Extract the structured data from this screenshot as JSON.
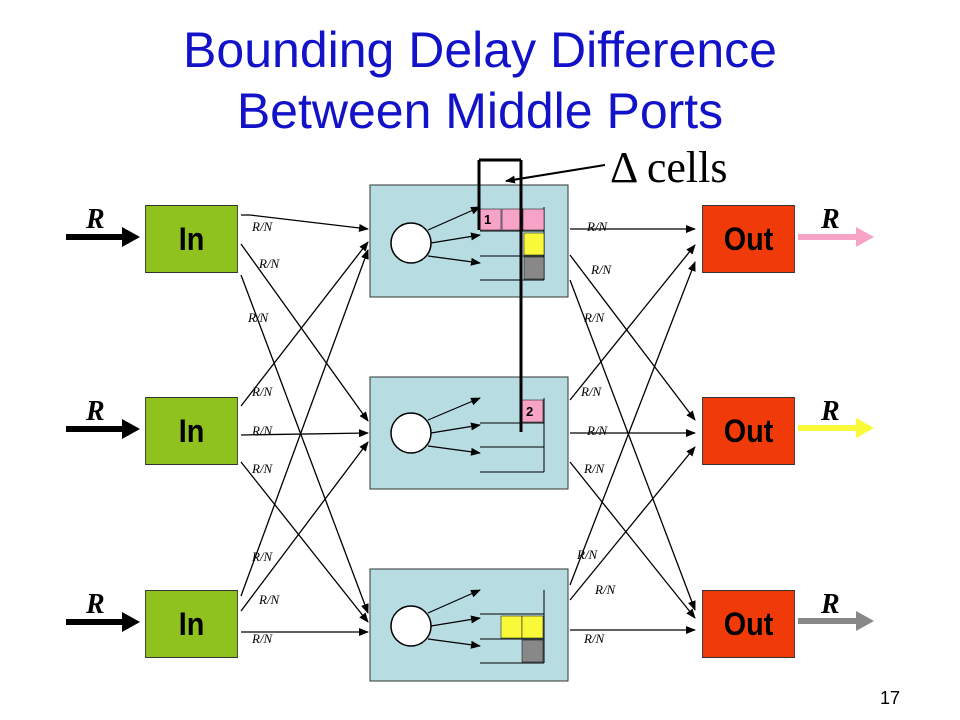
{
  "title": {
    "line1": "Bounding Delay Difference",
    "line2": "Between Middle Ports"
  },
  "delta_label": "Δ cells",
  "page_number": "17",
  "inputs": [
    {
      "label": "In",
      "rate": "R"
    },
    {
      "label": "In",
      "rate": "R"
    },
    {
      "label": "In",
      "rate": "R"
    }
  ],
  "outputs": [
    {
      "label": "Out",
      "rate": "R",
      "arrow_color": "#f7a3c8"
    },
    {
      "label": "Out",
      "rate": "R",
      "arrow_color": "#f9f93a"
    },
    {
      "label": "Out",
      "rate": "R",
      "arrow_color": "#888888"
    }
  ],
  "link_rate_label": "R/N",
  "cells": {
    "first_cell_label": "1",
    "second_cell_label": "2"
  },
  "colors": {
    "title": "#1212c8",
    "input_box": "#8fc21e",
    "output_box": "#f13a0a",
    "middle_switch": "#b7dde2",
    "cell_pink": "#f7a3c8",
    "cell_yellow": "#f9f93a",
    "cell_gray": "#888888"
  }
}
